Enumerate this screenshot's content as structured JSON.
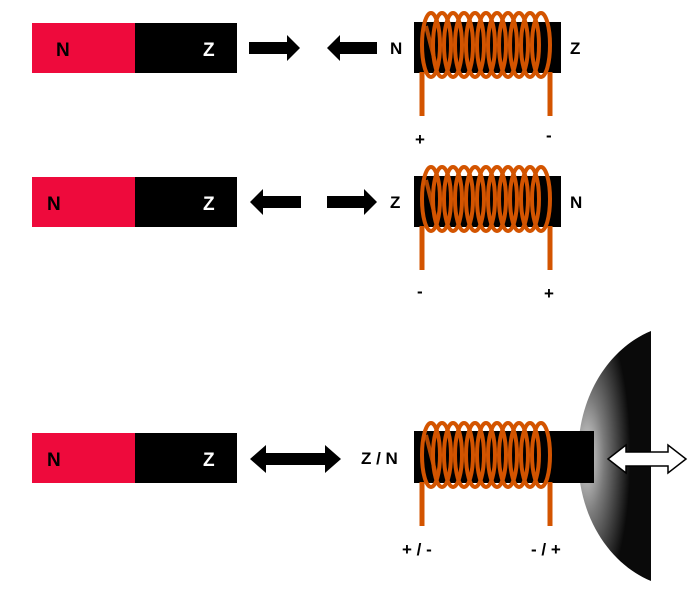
{
  "colors": {
    "magnet_north": "#ee0a3c",
    "magnet_south": "#000000",
    "coil_wire": "#d35400",
    "coil_wire_back": "#b34700",
    "core": "#000000",
    "label_on_magnet": "#000000",
    "label_on_black": "#ffffff",
    "speaker_dark": "#0a0a0a",
    "speaker_light": "#bdbdbd",
    "arrow": "#000000",
    "arrow_hollow_fill": "#ffffff"
  },
  "rows": [
    {
      "magnet": {
        "north_label": "N",
        "south_label": "Z"
      },
      "arrows": "attract",
      "coil": {
        "left_label": "N",
        "right_label": "Z",
        "lead_left_label": "+",
        "lead_right_label": "-"
      }
    },
    {
      "magnet": {
        "north_label": "N",
        "south_label": "Z"
      },
      "arrows": "repel",
      "coil": {
        "left_label": "Z",
        "right_label": "N",
        "lead_left_label": "-",
        "lead_right_label": "+"
      }
    },
    {
      "magnet": {
        "north_label": "N",
        "south_label": "Z"
      },
      "arrows": "both",
      "coil": {
        "left_label": "Z / N",
        "right_label": "",
        "lead_left_label": "+ / -",
        "lead_right_label": "- / +"
      }
    }
  ],
  "speaker": {
    "icon": "loudspeaker-cone-icon",
    "arrow": "double-headed-hollow-arrow"
  }
}
